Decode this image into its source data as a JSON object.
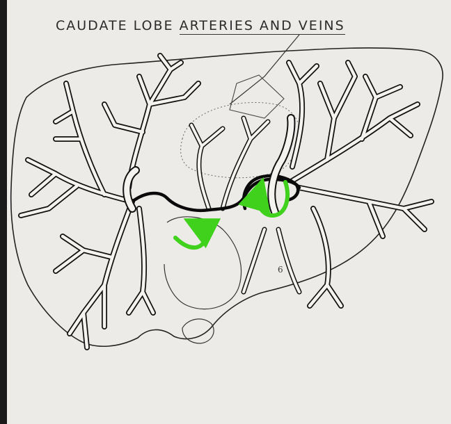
{
  "figure": {
    "title_plain": "CAUDATE LOBE",
    "title_underlined": "ARTERIES AND VEINS",
    "segment_label": "6"
  },
  "colors": {
    "paper": "#ecebe7",
    "ink": "#111111",
    "vessel_fill": "#f4f3ef",
    "arrow": "#3fd11c",
    "background": "#0b0b0b"
  },
  "icons": {
    "arrow_left": "u-turn-arrow-icon",
    "arrow_right": "u-turn-arrow-icon"
  }
}
